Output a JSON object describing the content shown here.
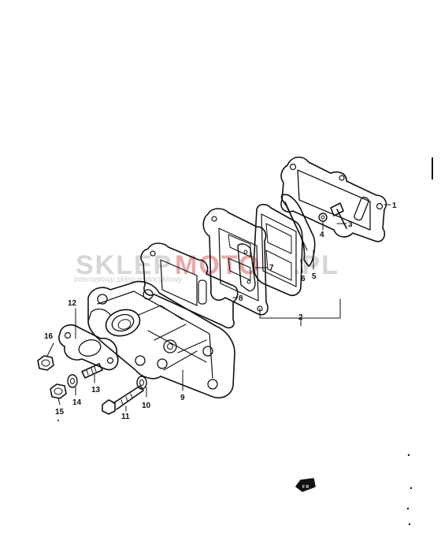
{
  "diagram": {
    "type": "exploded-parts-view",
    "callouts": [
      {
        "id": "1",
        "label": "1"
      },
      {
        "id": "2",
        "label": "2"
      },
      {
        "id": "3",
        "label": "3"
      },
      {
        "id": "4",
        "label": "4"
      },
      {
        "id": "5",
        "label": "5"
      },
      {
        "id": "6",
        "label": "6"
      },
      {
        "id": "7",
        "label": "7"
      },
      {
        "id": "8",
        "label": "8"
      },
      {
        "id": "9",
        "label": "9"
      },
      {
        "id": "10",
        "label": "10"
      },
      {
        "id": "11",
        "label": "11"
      },
      {
        "id": "12",
        "label": "12"
      },
      {
        "id": "13",
        "label": "13"
      },
      {
        "id": "14",
        "label": "14"
      },
      {
        "id": "15",
        "label": "15"
      },
      {
        "id": "16",
        "label": "16"
      }
    ]
  },
  "watermark": {
    "left": "SKLEP",
    "middle": "MOTO",
    "right": ".PL",
    "tagline": "internetowy sklep motocyklowy",
    "colors": {
      "grey": "#d2d2d2",
      "red": "#e6a0a0"
    }
  },
  "fr_badge": {
    "text": "F R"
  },
  "colors": {
    "ink": "#111111",
    "paper": "#ffffff"
  }
}
